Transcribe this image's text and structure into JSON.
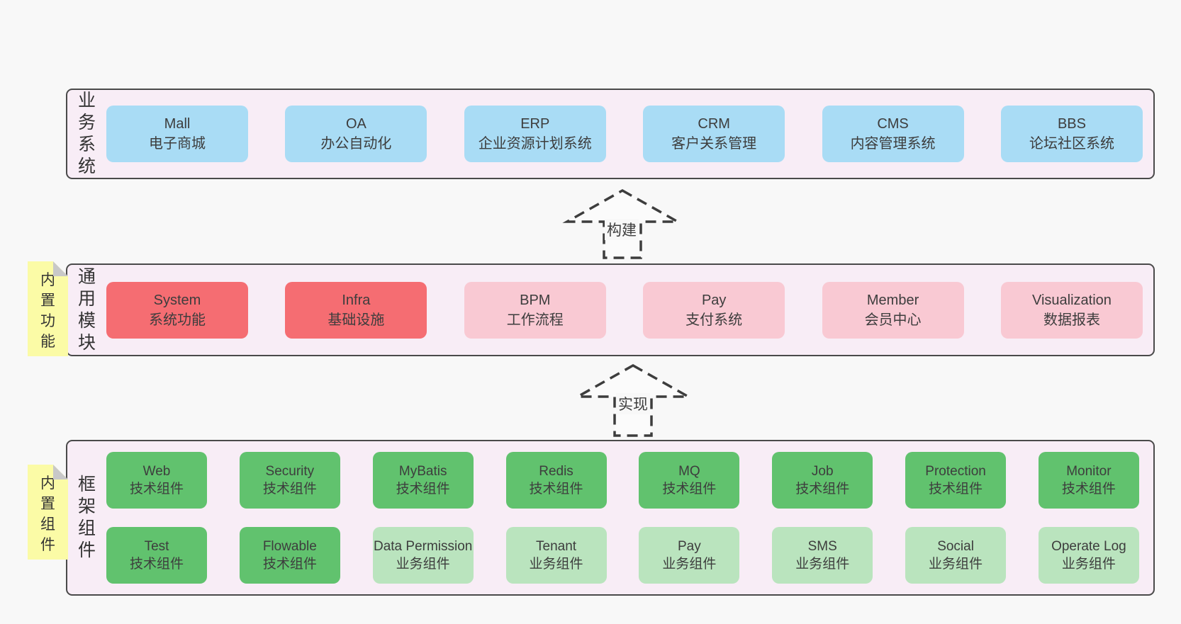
{
  "colors": {
    "page-bg": "#f8f8f8",
    "band-bg": "#f8edf6",
    "band-border": "#4a4a4a",
    "blue": "#a9dcf5",
    "red": "#f56d72",
    "pink": "#f9c9d3",
    "green": "#61c26e",
    "green-light": "#bae4be",
    "sticky-yellow": "#fbfba6",
    "sticky-fold": "#c8c8c8",
    "text": "#3d3d3d"
  },
  "business": {
    "label": "业务系统",
    "boxes": [
      {
        "name": "Mall",
        "desc": "电子商城"
      },
      {
        "name": "OA",
        "desc": "办公自动化"
      },
      {
        "name": "ERP",
        "desc": "企业资源计划系统"
      },
      {
        "name": "CRM",
        "desc": "客户关系管理"
      },
      {
        "name": "CMS",
        "desc": "内容管理系统"
      },
      {
        "name": "BBS",
        "desc": "论坛社区系统"
      }
    ]
  },
  "arrows": {
    "build": "构建",
    "implement": "实现"
  },
  "modules": {
    "label": "通用模块",
    "sticky": "内置功能",
    "boxes": [
      {
        "name": "System",
        "desc": "系统功能"
      },
      {
        "name": "Infra",
        "desc": "基础设施"
      },
      {
        "name": "BPM",
        "desc": "工作流程"
      },
      {
        "name": "Pay",
        "desc": "支付系统"
      },
      {
        "name": "Member",
        "desc": "会员中心"
      },
      {
        "name": "Visualization",
        "desc": "数据报表"
      }
    ]
  },
  "framework": {
    "label": "框架组件",
    "sticky": "内置组件",
    "row1": [
      {
        "name": "Web",
        "desc": "技术组件"
      },
      {
        "name": "Security",
        "desc": "技术组件"
      },
      {
        "name": "MyBatis",
        "desc": "技术组件"
      },
      {
        "name": "Redis",
        "desc": "技术组件"
      },
      {
        "name": "MQ",
        "desc": "技术组件"
      },
      {
        "name": "Job",
        "desc": "技术组件"
      },
      {
        "name": "Protection",
        "desc": "技术组件"
      },
      {
        "name": "Monitor",
        "desc": "技术组件"
      }
    ],
    "row2": [
      {
        "name": "Test",
        "desc": "技术组件"
      },
      {
        "name": "Flowable",
        "desc": "技术组件"
      },
      {
        "name": "Data Permission",
        "desc": "业务组件"
      },
      {
        "name": "Tenant",
        "desc": "业务组件"
      },
      {
        "name": "Pay",
        "desc": "业务组件"
      },
      {
        "name": "SMS",
        "desc": "业务组件"
      },
      {
        "name": "Social",
        "desc": "业务组件"
      },
      {
        "name": "Operate Log",
        "desc": "业务组件"
      }
    ]
  }
}
